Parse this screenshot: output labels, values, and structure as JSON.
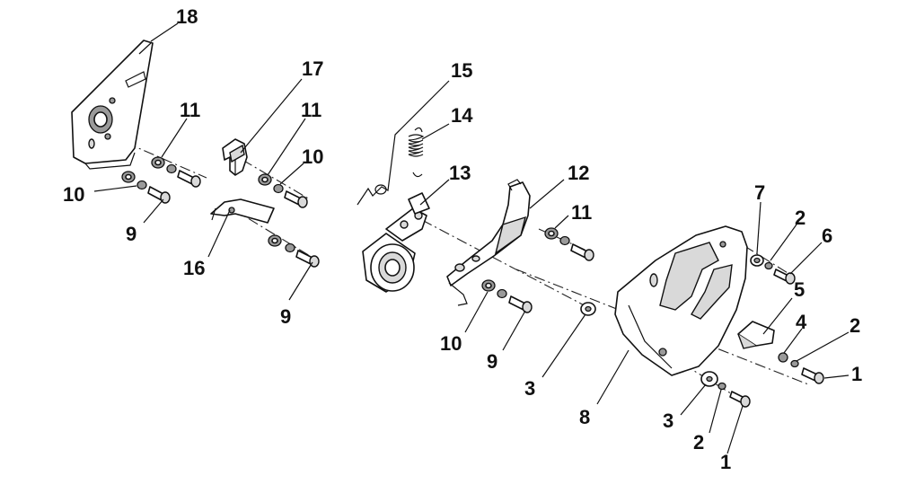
{
  "callouts": [
    {
      "id": "c18",
      "text": "18"
    },
    {
      "id": "c17",
      "text": "17"
    },
    {
      "id": "c15",
      "text": "15"
    },
    {
      "id": "c14",
      "text": "14"
    },
    {
      "id": "c11a",
      "text": "11"
    },
    {
      "id": "c11b",
      "text": "11"
    },
    {
      "id": "c10a",
      "text": "10"
    },
    {
      "id": "c10b",
      "text": "10"
    },
    {
      "id": "c9a",
      "text": "9"
    },
    {
      "id": "c13",
      "text": "13"
    },
    {
      "id": "c12",
      "text": "12"
    },
    {
      "id": "c11c",
      "text": "11"
    },
    {
      "id": "c16",
      "text": "16"
    },
    {
      "id": "c9b",
      "text": "9"
    },
    {
      "id": "c7",
      "text": "7"
    },
    {
      "id": "c2a",
      "text": "2"
    },
    {
      "id": "c6",
      "text": "6"
    },
    {
      "id": "c5",
      "text": "5"
    },
    {
      "id": "c4",
      "text": "4"
    },
    {
      "id": "c2b",
      "text": "2"
    },
    {
      "id": "c1a",
      "text": "1"
    },
    {
      "id": "c10c",
      "text": "10"
    },
    {
      "id": "c9c",
      "text": "9"
    },
    {
      "id": "c3a",
      "text": "3"
    },
    {
      "id": "c8",
      "text": "8"
    },
    {
      "id": "c3b",
      "text": "3"
    },
    {
      "id": "c2c",
      "text": "2"
    },
    {
      "id": "c1b",
      "text": "1"
    }
  ]
}
